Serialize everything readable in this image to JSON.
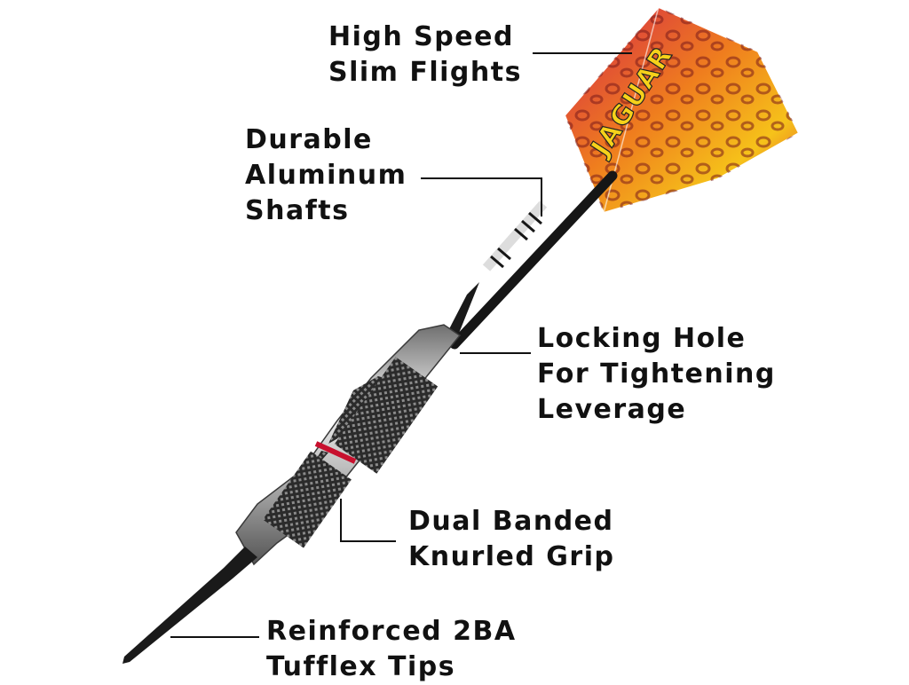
{
  "labels": {
    "flights": {
      "line1": "High Speed",
      "line2": "Slim Flights"
    },
    "shafts": {
      "line1": "Durable",
      "line2": "Aluminum",
      "line3": "Shafts"
    },
    "locking": {
      "line1": "Locking Hole",
      "line2": "For Tightening",
      "line3": "Leverage"
    },
    "grip": {
      "line1": "Dual Banded",
      "line2": "Knurled Grip"
    },
    "tips": {
      "line1": "Reinforced 2BA",
      "line2": "Tufflex Tips"
    }
  },
  "flight_print": "JAGUAR",
  "colors": {
    "text": "#111111",
    "leader": "#111111",
    "accent_red": "#c8102e",
    "flight_red": "#d4264a",
    "flight_yellow": "#f6c21a",
    "flight_orange": "#ef7d1e",
    "barrel_chrome": "#c9c9c9",
    "barrel_dark": "#2b2b2b"
  }
}
